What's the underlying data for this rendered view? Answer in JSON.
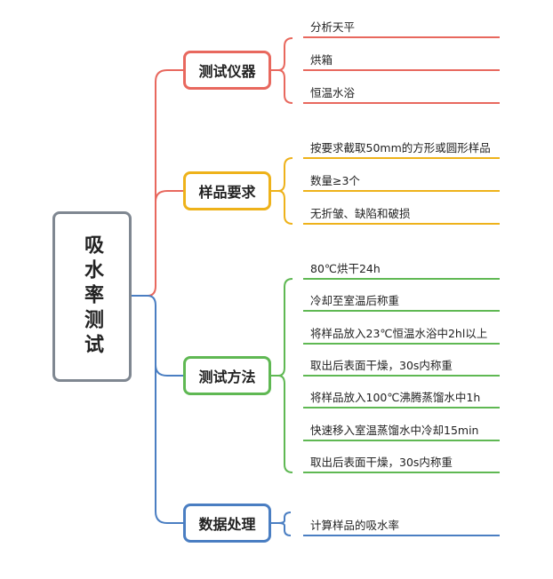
{
  "root": {
    "label": "吸水率测试"
  },
  "branches": [
    {
      "label": "测试仪器",
      "color": "#e8685e",
      "items": [
        "分析天平",
        "烘箱",
        "恒温水浴"
      ]
    },
    {
      "label": "样品要求",
      "color": "#eeb21a",
      "items": [
        "按要求截取50mm的方形或圆形样品",
        "数量≥3个",
        "无折皱、缺陷和破损"
      ]
    },
    {
      "label": "测试方法",
      "color": "#5fb853",
      "items": [
        "80℃烘干24h",
        "冷却至室温后称重",
        "将样品放入23℃恒温水浴中2hl以上",
        "取出后表面干燥，30s内称重",
        "将样品放入100℃沸腾蒸馏水中1h",
        "快速移入室温蒸馏水中冷却15min",
        "取出后表面干燥，30s内称重"
      ]
    },
    {
      "label": "数据处理",
      "color": "#4a7ec2",
      "items": [
        "计算样品的吸水率"
      ]
    }
  ]
}
